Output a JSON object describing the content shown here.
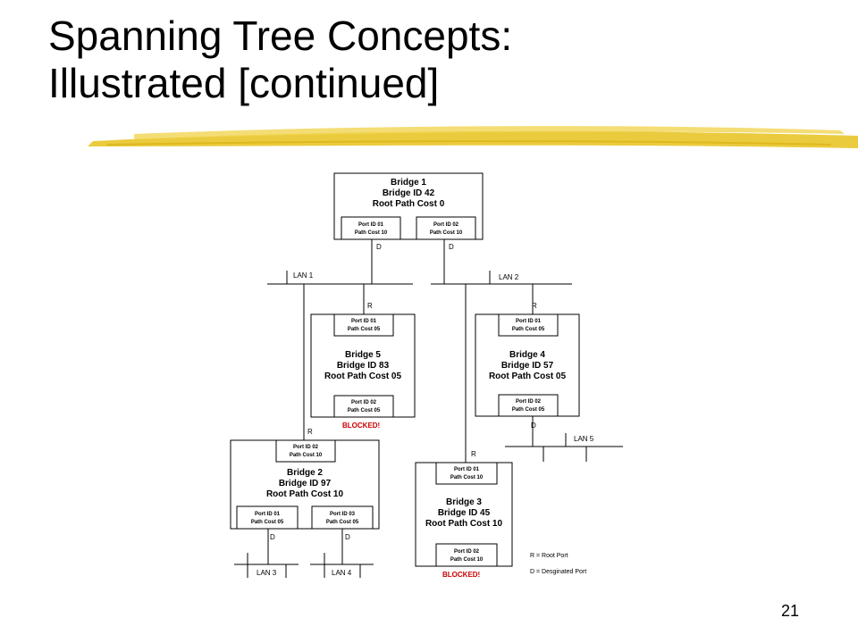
{
  "title": {
    "line1": "Spanning Tree Concepts:",
    "line2": "Illustrated [continued]"
  },
  "page_number": "21",
  "colors": {
    "underline": "#e8c21c",
    "blocked": "#cc0000"
  },
  "bridges": {
    "b1": {
      "name": "Bridge 1",
      "id": "Bridge ID  42",
      "cost": "Root Path Cost  0",
      "p1": {
        "id": "Port ID 01",
        "cost": "Path Cost 10",
        "role": "D"
      },
      "p2": {
        "id": "Port ID 02",
        "cost": "Path Cost 10",
        "role": "D"
      }
    },
    "b5": {
      "name": "Bridge 5",
      "id": "Bridge ID 83",
      "cost": "Root Path Cost 05",
      "top": {
        "id": "Port ID 01",
        "cost": "Path Cost 05",
        "role": "R"
      },
      "bottom": {
        "id": "Port ID 02",
        "cost": "Path Cost 05"
      },
      "status": "BLOCKED!"
    },
    "b4": {
      "name": "Bridge 4",
      "id": "Bridge ID 57",
      "cost": "Root Path Cost 05",
      "top": {
        "id": "Port ID 01",
        "cost": "Path Cost 05",
        "role": "R"
      },
      "bottom": {
        "id": "Port ID 02",
        "cost": "Path Cost 05",
        "role": "D"
      }
    },
    "b2": {
      "name": "Bridge 2",
      "id": "Bridge ID  97",
      "cost": "Root Path Cost  10",
      "top": {
        "id": "Port ID 02",
        "cost": "Path Cost 10",
        "role": "R"
      },
      "p1": {
        "id": "Port ID 01",
        "cost": "Path Cost 05",
        "role": "D"
      },
      "p3": {
        "id": "Port ID 03",
        "cost": "Path Cost 05",
        "role": "D"
      }
    },
    "b3": {
      "name": "Bridge 3",
      "id": "Bridge ID 45",
      "cost": "Root Path Cost 10",
      "top": {
        "id": "Port ID 01",
        "cost": "Path Cost 10",
        "role": "R"
      },
      "bottom": {
        "id": "Port ID 02",
        "cost": "Path Cost 10"
      },
      "status": "BLOCKED!"
    }
  },
  "lans": {
    "lan1": "LAN 1",
    "lan2": "LAN 2",
    "lan3": "LAN 3",
    "lan4": "LAN 4",
    "lan5": "LAN 5"
  },
  "legend": {
    "r": "R = Root Port",
    "d": "D = Desginated Port"
  }
}
